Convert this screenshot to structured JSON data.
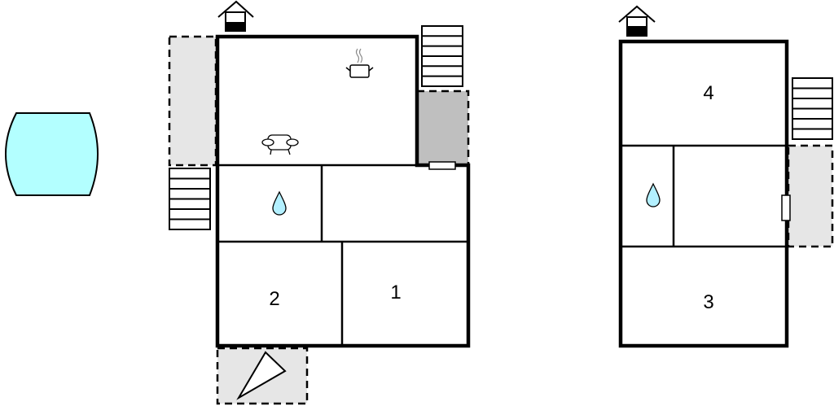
{
  "rooms": [
    {
      "label": "1"
    },
    {
      "label": "2"
    },
    {
      "label": "3"
    },
    {
      "label": "4"
    }
  ],
  "colors": {
    "pool": "#b3ffff",
    "terrace": "#e6e6e6",
    "covered_terrace": "#bfbfbf",
    "water_drop": "#b3f0ff",
    "wall": "#000000"
  },
  "icons": [
    "pool-icon",
    "well-icon",
    "stairs-icon",
    "kitchen-pot-icon",
    "sofa-icon",
    "water-drop-icon",
    "window-icon",
    "compass-triangle-icon"
  ]
}
